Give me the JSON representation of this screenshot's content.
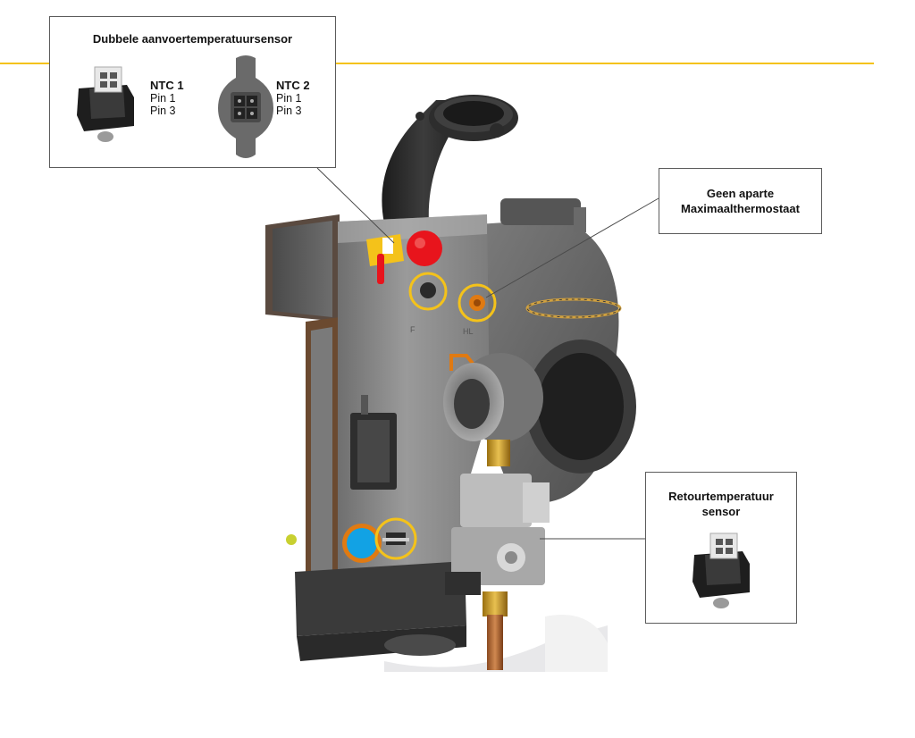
{
  "colors": {
    "accent_yellow": "#f4c21a",
    "marker_red": "#e8141c",
    "marker_blue": "#12a2e4",
    "marker_orange": "#e07a12",
    "frame_border": "#5c5c5c",
    "body_grey": "#8e8e8e",
    "dark_plastic": "#2a2a2a"
  },
  "supply_sensor_callout": {
    "title": "Dubbele aanvoertemperatuursensor",
    "ntc1": {
      "name": "NTC 1",
      "pin_a": "Pin 1",
      "pin_b": "Pin 3",
      "icon": "ntc1-connector-icon"
    },
    "ntc2": {
      "name": "NTC 2",
      "pin_a": "Pin 1",
      "pin_b": "Pin 3",
      "icon": "ntc2-sensor-icon"
    }
  },
  "thermostat_callout": {
    "line1": "Geen aparte",
    "line2": "Maximaalthermostaat"
  },
  "return_sensor_callout": {
    "line1": "Retourtemperatuur",
    "line2": "sensor",
    "icon": "return-sensor-connector-icon"
  },
  "boiler_labels": {
    "supply_port_mark": "F",
    "thermostat_port_mark": "HL"
  }
}
